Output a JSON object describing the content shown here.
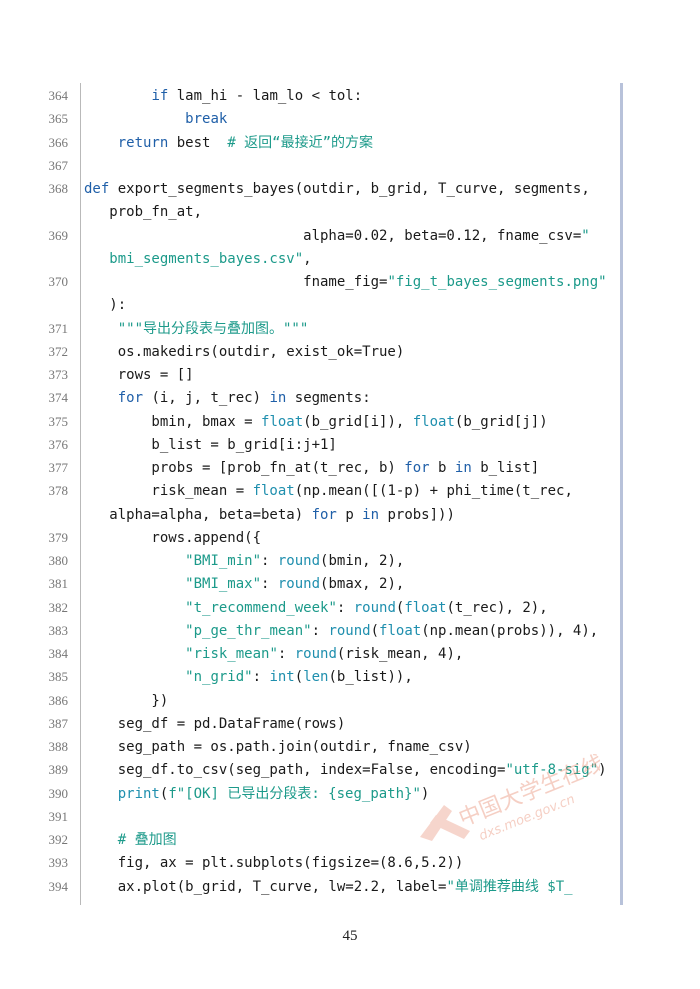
{
  "page_number": "45",
  "watermark": {
    "text": "中国大学生在线",
    "url": "dxs.moe.gov.cn",
    "color": "#e8896e"
  },
  "colors": {
    "keyword": "#1f5fa8",
    "builtin": "#1f8fae",
    "string": "#1c9a8a",
    "comment": "#1c9a8a",
    "default": "#1a1a1a",
    "line_number": "#777777"
  },
  "lines": [
    {
      "num": "364",
      "segs": [
        [
          "",
          "        "
        ],
        [
          "kw",
          "if"
        ],
        [
          "",
          "lam_hi - lam_lo < tol:"
        ]
      ]
    },
    {
      "num": "365",
      "segs": [
        [
          "",
          "            "
        ],
        [
          "kw",
          "break"
        ]
      ]
    },
    {
      "num": "366",
      "segs": [
        [
          "",
          "    "
        ],
        [
          "kw",
          "return"
        ],
        [
          "",
          "best  "
        ],
        [
          "cm",
          "# 返回“最接近”的方案"
        ]
      ]
    },
    {
      "num": "367",
      "segs": []
    },
    {
      "num": "368",
      "segs": [
        [
          "kw",
          "def"
        ],
        [
          "",
          "export_segments_bayes(outdir, b_grid, T_curve, segments,"
        ]
      ]
    },
    {
      "num": "",
      "segs": [
        [
          "",
          "   prob_fn_at,"
        ]
      ]
    },
    {
      "num": "369",
      "segs": [
        [
          "",
          "                          alpha=0.02, beta=0.12, fname_csv="
        ],
        [
          "str",
          "\""
        ]
      ]
    },
    {
      "num": "",
      "segs": [
        [
          "str",
          "   bmi_segments_bayes.csv\""
        ],
        [
          "",
          ","
        ]
      ]
    },
    {
      "num": "370",
      "segs": [
        [
          "",
          "                          fname_fig="
        ],
        [
          "str",
          "\"fig_t_bayes_segments.png\""
        ]
      ]
    },
    {
      "num": "",
      "segs": [
        [
          "",
          "   ):"
        ]
      ]
    },
    {
      "num": "371",
      "segs": [
        [
          "",
          "    "
        ],
        [
          "str",
          "\"\"\"导出分段表与叠加图。\"\"\""
        ]
      ]
    },
    {
      "num": "372",
      "segs": [
        [
          "",
          "    os.makedirs(outdir, exist_ok=True)"
        ]
      ]
    },
    {
      "num": "373",
      "segs": [
        [
          "",
          "    rows = []"
        ]
      ]
    },
    {
      "num": "374",
      "segs": [
        [
          "",
          "    "
        ],
        [
          "kw",
          "for"
        ],
        [
          "",
          "(i, j, t_rec) "
        ],
        [
          "kw",
          "in"
        ],
        [
          "",
          "segments:"
        ]
      ]
    },
    {
      "num": "375",
      "segs": [
        [
          "",
          "        bmin, bmax = "
        ],
        [
          "bi",
          "float"
        ],
        [
          "",
          "(b_grid[i]), "
        ],
        [
          "bi",
          "float"
        ],
        [
          "",
          "(b_grid[j])"
        ]
      ]
    },
    {
      "num": "376",
      "segs": [
        [
          "",
          "        b_list = b_grid[i:j+1]"
        ]
      ]
    },
    {
      "num": "377",
      "segs": [
        [
          "",
          "        probs = [prob_fn_at(t_rec, b) "
        ],
        [
          "kw",
          "for"
        ],
        [
          "",
          "b "
        ],
        [
          "kw",
          "in"
        ],
        [
          "",
          "b_list]"
        ]
      ]
    },
    {
      "num": "378",
      "segs": [
        [
          "",
          "        risk_mean = "
        ],
        [
          "bi",
          "float"
        ],
        [
          "",
          "(np.mean([(1-p) + phi_time(t_rec,"
        ]
      ]
    },
    {
      "num": "",
      "segs": [
        [
          "",
          "   alpha=alpha, beta=beta) "
        ],
        [
          "kw",
          "for"
        ],
        [
          "",
          "p "
        ],
        [
          "kw",
          "in"
        ],
        [
          "",
          "probs]))"
        ]
      ]
    },
    {
      "num": "379",
      "segs": [
        [
          "",
          "        rows.append({"
        ]
      ]
    },
    {
      "num": "380",
      "segs": [
        [
          "",
          "            "
        ],
        [
          "str",
          "\"BMI_min\""
        ],
        [
          "",
          ": "
        ],
        [
          "bi",
          "round"
        ],
        [
          "",
          "(bmin, 2),"
        ]
      ]
    },
    {
      "num": "381",
      "segs": [
        [
          "",
          "            "
        ],
        [
          "str",
          "\"BMI_max\""
        ],
        [
          "",
          ": "
        ],
        [
          "bi",
          "round"
        ],
        [
          "",
          "(bmax, 2),"
        ]
      ]
    },
    {
      "num": "382",
      "segs": [
        [
          "",
          "            "
        ],
        [
          "str",
          "\"t_recommend_week\""
        ],
        [
          "",
          ": "
        ],
        [
          "bi",
          "round"
        ],
        [
          "",
          "("
        ],
        [
          "bi",
          "float"
        ],
        [
          "",
          "(t_rec), 2),"
        ]
      ]
    },
    {
      "num": "383",
      "segs": [
        [
          "",
          "            "
        ],
        [
          "str",
          "\"p_ge_thr_mean\""
        ],
        [
          "",
          ": "
        ],
        [
          "bi",
          "round"
        ],
        [
          "",
          "("
        ],
        [
          "bi",
          "float"
        ],
        [
          "",
          "(np.mean(probs)), 4),"
        ]
      ]
    },
    {
      "num": "384",
      "segs": [
        [
          "",
          "            "
        ],
        [
          "str",
          "\"risk_mean\""
        ],
        [
          "",
          ": "
        ],
        [
          "bi",
          "round"
        ],
        [
          "",
          "(risk_mean, 4),"
        ]
      ]
    },
    {
      "num": "385",
      "segs": [
        [
          "",
          "            "
        ],
        [
          "str",
          "\"n_grid\""
        ],
        [
          "",
          ": "
        ],
        [
          "bi",
          "int"
        ],
        [
          "",
          "("
        ],
        [
          "bi",
          "len"
        ],
        [
          "",
          "(b_list)),"
        ]
      ]
    },
    {
      "num": "386",
      "segs": [
        [
          "",
          "        })"
        ]
      ]
    },
    {
      "num": "387",
      "segs": [
        [
          "",
          "    seg_df = pd.DataFrame(rows)"
        ]
      ]
    },
    {
      "num": "388",
      "segs": [
        [
          "",
          "    seg_path = os.path.join(outdir, fname_csv)"
        ]
      ]
    },
    {
      "num": "389",
      "segs": [
        [
          "",
          "    seg_df.to_csv(seg_path, index=False, encoding="
        ],
        [
          "str",
          "\"utf-8-sig\""
        ],
        [
          "",
          ")"
        ]
      ]
    },
    {
      "num": "390",
      "segs": [
        [
          "",
          "    "
        ],
        [
          "bi",
          "print"
        ],
        [
          "",
          "("
        ],
        [
          "str",
          "f\"[OK] 已导出分段表: {seg_path}\""
        ],
        [
          "",
          ")"
        ]
      ]
    },
    {
      "num": "391",
      "segs": []
    },
    {
      "num": "392",
      "segs": [
        [
          "",
          "    "
        ],
        [
          "cm",
          "# 叠加图"
        ]
      ]
    },
    {
      "num": "393",
      "segs": [
        [
          "",
          "    fig, ax = plt.subplots(figsize=(8.6,5.2))"
        ]
      ]
    },
    {
      "num": "394",
      "segs": [
        [
          "",
          "    ax.plot(b_grid, T_curve, lw=2.2, label="
        ],
        [
          "str",
          "\"单调推荐曲线 $T_"
        ]
      ]
    }
  ]
}
